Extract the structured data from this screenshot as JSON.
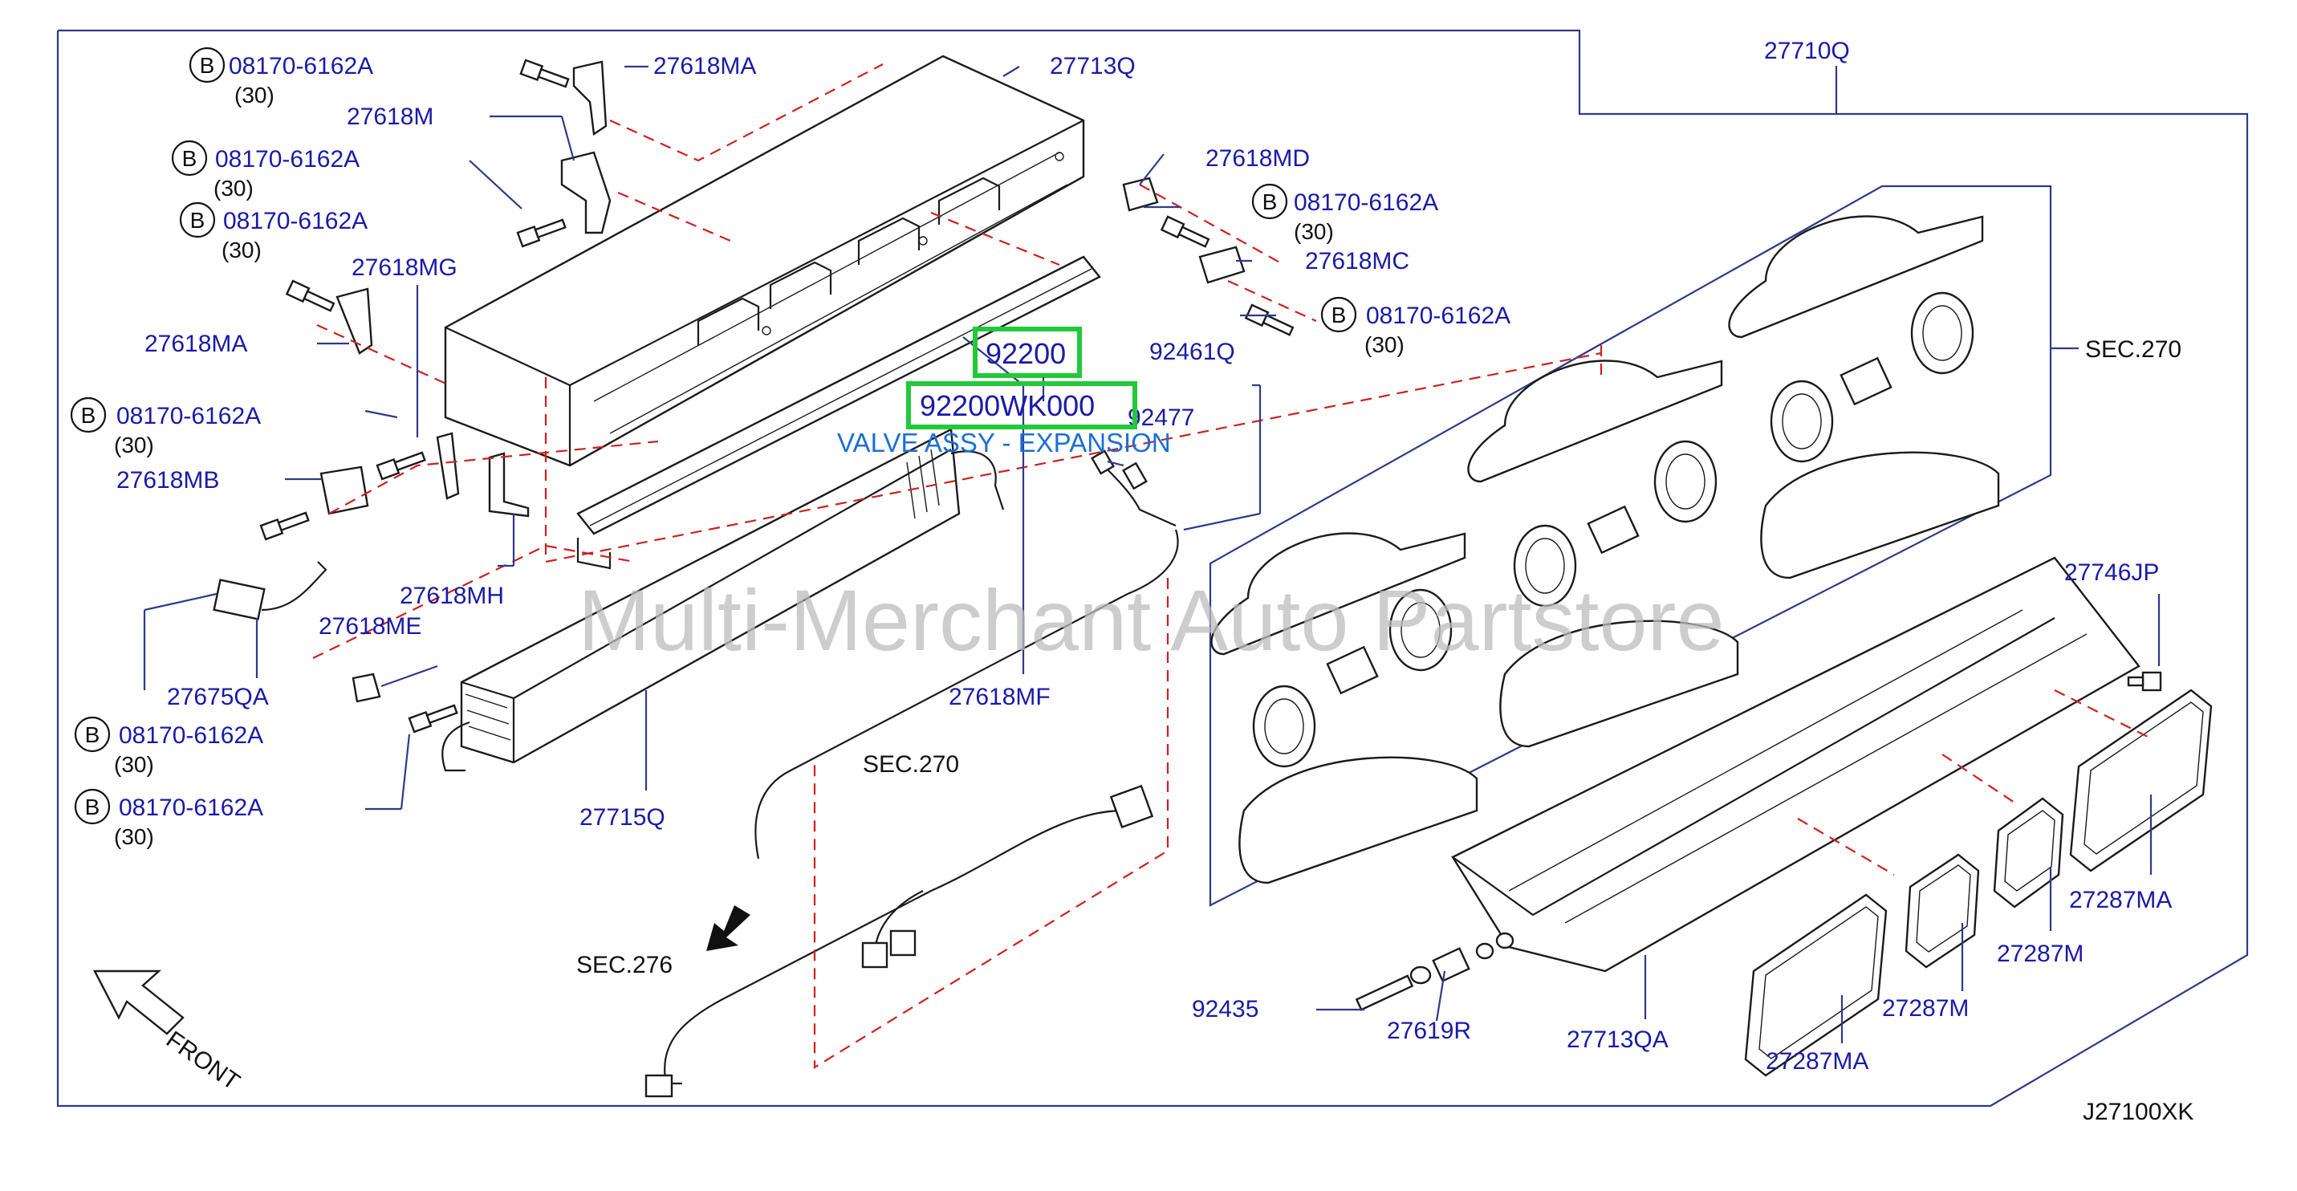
{
  "diagram": {
    "diagram_code": "J27100XK",
    "watermark": "Multi-Merchant Auto Partstore",
    "front_label": "FRONT",
    "highlight": {
      "part_number": "92200",
      "oem_number": "92200WK000",
      "description": "VALVE ASSY - EXPANSION"
    },
    "parts": {
      "p_27710Q": "27710Q",
      "p_27713Q": "27713Q",
      "p_27713QA": "27713QA",
      "p_27715Q": "27715Q",
      "p_27618M": "27618M",
      "p_27618MA_top": "27618MA",
      "p_27618MA_left": "27618MA",
      "p_27618MB": "27618MB",
      "p_27618MC": "27618MC",
      "p_27618MD": "27618MD",
      "p_27618ME": "27618ME",
      "p_27618MF": "27618MF",
      "p_27618MG": "27618MG",
      "p_27618MH": "27618MH",
      "p_27675QA": "27675QA",
      "p_92461Q": "92461Q",
      "p_92477": "92477",
      "p_92435": "92435",
      "p_27619R": "27619R",
      "p_27746JP": "27746JP",
      "p_27287MA_a": "27287MA",
      "p_27287MA_b": "27287MA",
      "p_27287M_a": "27287M",
      "p_27287M_b": "27287M",
      "sec270_right": "SEC.270",
      "sec270_mid": "SEC.270",
      "sec276": "SEC.276"
    },
    "bolts": {
      "circle_letter": "B",
      "b1": {
        "part": "08170-6162A",
        "qty": "(30)"
      },
      "b2": {
        "part": "08170-6162A",
        "qty": "(30)"
      },
      "b3": {
        "part": "08170-6162A",
        "qty": "(30)"
      },
      "b4": {
        "part": "08170-6162A",
        "qty": "(30)"
      },
      "b5": {
        "part": "08170-6162A",
        "qty": "(30)"
      },
      "b6": {
        "part": "08170-6162A",
        "qty": "(30)"
      },
      "b7": {
        "part": "08170-6162A",
        "qty": "(30)"
      },
      "b8": {
        "part": "08170-6162A",
        "qty": "(30)"
      }
    },
    "colors": {
      "label": "#1a1aaa",
      "leader": "#2d3a8c",
      "dash": "#d11f1f",
      "highlight_box": "#22c93a",
      "description": "#1a6fd6",
      "watermark": "#bdbdbd"
    }
  }
}
